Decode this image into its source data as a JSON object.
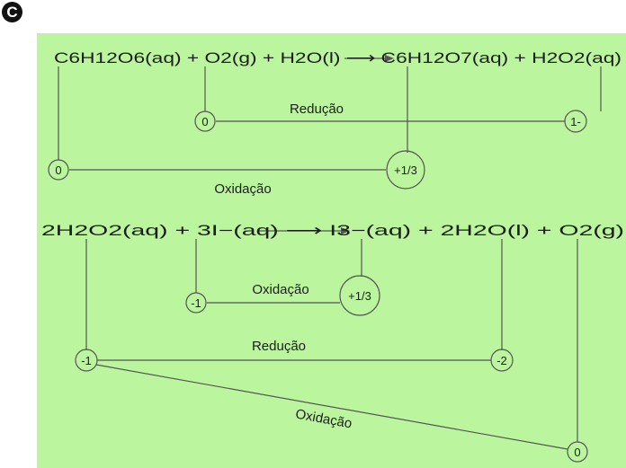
{
  "badge": "C",
  "colors": {
    "panel": "#bbf59e",
    "line": "#555555",
    "text": "#1d1d1d",
    "badge": "#111111"
  },
  "reaction1": {
    "equation": "C6H12O6(aq) + O2(g) + H2O(l) ⟶ C6H12O7(aq) + H2O2(aq)",
    "reduction": {
      "label": "Redução",
      "from": "0",
      "to": "1-"
    },
    "oxidation": {
      "label": "Oxidação",
      "from": "0",
      "to": "+1/3"
    }
  },
  "reaction2": {
    "equation": "2H2O2(aq) + 3I−(aq) ⟶ I3−(aq) + 2H2O(l) + O2(g)",
    "oxidation_iodine": {
      "label": "Oxidação",
      "from": "-1",
      "to": "+1/3"
    },
    "reduction": {
      "label": "Redução",
      "from": "-1",
      "to": "-2"
    },
    "oxidation_oxygen": {
      "label": "Oxidação",
      "from": "-1",
      "to": "0"
    }
  }
}
